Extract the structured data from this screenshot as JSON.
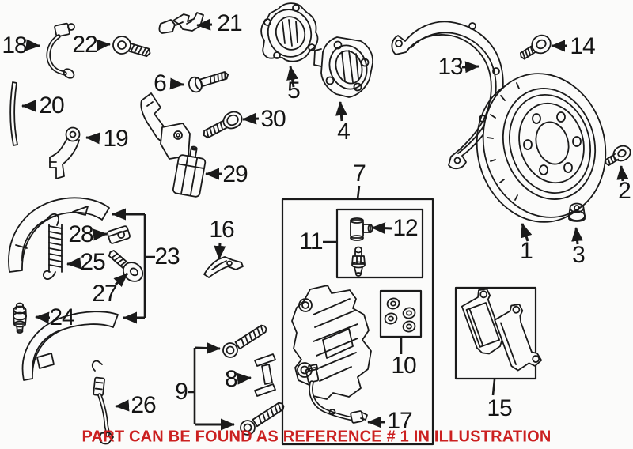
{
  "diagram": {
    "kind": "exploded-parts-illustration",
    "colors": {
      "line": "#1a1a1a",
      "background": "#fbfbfa",
      "note": "#cb2020"
    },
    "note": {
      "text": "PART CAN BE FOUND AS REFERENCE # 1 IN ILLUSTRATION"
    },
    "callouts": [
      {
        "label": "1",
        "part": "brake-rotor"
      },
      {
        "label": "2",
        "part": "rotor-set-screw"
      },
      {
        "label": "3",
        "part": "flange-nut"
      },
      {
        "label": "4",
        "part": "bearing-flange"
      },
      {
        "label": "5",
        "part": "wheel-hub"
      },
      {
        "label": "6",
        "part": "hub-bolt"
      },
      {
        "label": "7",
        "part": "caliper-kit-box"
      },
      {
        "label": "8",
        "part": "pad-retaining-clip"
      },
      {
        "label": "9",
        "part": "caliper-guide-bolts"
      },
      {
        "label": "10",
        "part": "seal-washer-kit"
      },
      {
        "label": "11",
        "part": "bleeder-kit-box"
      },
      {
        "label": "12",
        "part": "bleeder-fitting"
      },
      {
        "label": "13",
        "part": "splash-shield"
      },
      {
        "label": "14",
        "part": "shield-screw"
      },
      {
        "label": "15",
        "part": "brake-pad-set"
      },
      {
        "label": "16",
        "part": "actuating-lever"
      },
      {
        "label": "17",
        "part": "wear-sensor-wire"
      },
      {
        "label": "18",
        "part": "brake-hose"
      },
      {
        "label": "19",
        "part": "hose-bracket"
      },
      {
        "label": "20",
        "part": "shim-strip"
      },
      {
        "label": "21",
        "part": "retaining-clip"
      },
      {
        "label": "22",
        "part": "socket-bolt"
      },
      {
        "label": "23",
        "part": "parking-shoe-set"
      },
      {
        "label": "24",
        "part": "bleeder-valve"
      },
      {
        "label": "25",
        "part": "return-spring"
      },
      {
        "label": "26",
        "part": "parking-brake-cable"
      },
      {
        "label": "27",
        "part": "shoe-hold-down-pin"
      },
      {
        "label": "28",
        "part": "shoe-adjuster"
      },
      {
        "label": "29",
        "part": "parking-brake-actuator"
      },
      {
        "label": "30",
        "part": "actuator-bolt"
      }
    ]
  }
}
